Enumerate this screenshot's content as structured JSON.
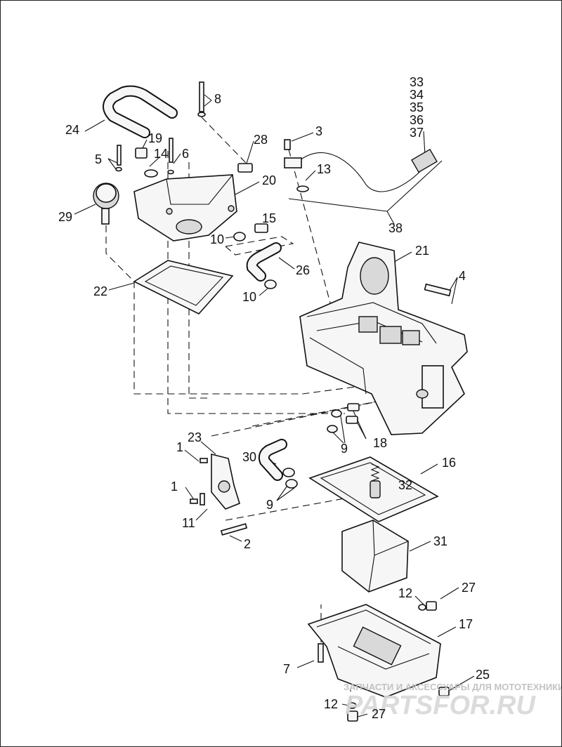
{
  "callouts": [
    {
      "id": "c33",
      "text": "33"
    },
    {
      "id": "c34",
      "text": "34"
    },
    {
      "id": "c35",
      "text": "35"
    },
    {
      "id": "c36",
      "text": "36"
    },
    {
      "id": "c37",
      "text": "37"
    },
    {
      "id": "c8",
      "text": "8"
    },
    {
      "id": "c24",
      "text": "24"
    },
    {
      "id": "c3",
      "text": "3"
    },
    {
      "id": "c19",
      "text": "19"
    },
    {
      "id": "c28",
      "text": "28"
    },
    {
      "id": "c5",
      "text": "5"
    },
    {
      "id": "c14",
      "text": "14"
    },
    {
      "id": "c6",
      "text": "6"
    },
    {
      "id": "c13",
      "text": "13"
    },
    {
      "id": "c20",
      "text": "20"
    },
    {
      "id": "c29",
      "text": "29"
    },
    {
      "id": "c38",
      "text": "38"
    },
    {
      "id": "c15",
      "text": "15"
    },
    {
      "id": "c10a",
      "text": "10"
    },
    {
      "id": "c21",
      "text": "21"
    },
    {
      "id": "c26",
      "text": "26"
    },
    {
      "id": "c4",
      "text": "4"
    },
    {
      "id": "c22",
      "text": "22"
    },
    {
      "id": "c10b",
      "text": "10"
    },
    {
      "id": "c23",
      "text": "23"
    },
    {
      "id": "c18",
      "text": "18"
    },
    {
      "id": "c1a",
      "text": "1"
    },
    {
      "id": "c9a",
      "text": "9"
    },
    {
      "id": "c30",
      "text": "30"
    },
    {
      "id": "c16",
      "text": "16"
    },
    {
      "id": "c1b",
      "text": "1"
    },
    {
      "id": "c32",
      "text": "32"
    },
    {
      "id": "c9b",
      "text": "9"
    },
    {
      "id": "c11",
      "text": "11"
    },
    {
      "id": "c2",
      "text": "2"
    },
    {
      "id": "c31",
      "text": "31"
    },
    {
      "id": "c27a",
      "text": "27"
    },
    {
      "id": "c12a",
      "text": "12"
    },
    {
      "id": "c17",
      "text": "17"
    },
    {
      "id": "c7",
      "text": "7"
    },
    {
      "id": "c25",
      "text": "25"
    },
    {
      "id": "c12b",
      "text": "12"
    },
    {
      "id": "c27b",
      "text": "27"
    }
  ],
  "watermark": {
    "caption": "ЗАПЧАСТИ И АКСЕССУАРЫ ДЛЯ МОТОТЕХНИКИ",
    "logo": "PARTSFOR.RU"
  }
}
